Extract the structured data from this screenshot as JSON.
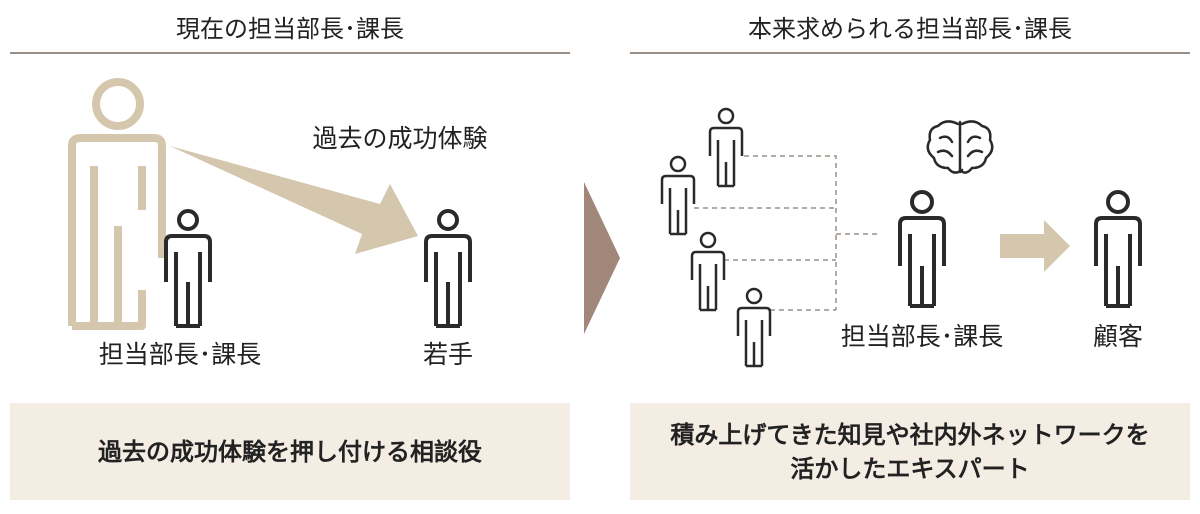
{
  "left": {
    "heading": "現在の担当部長･課長",
    "experience_label": "過去の成功体験",
    "manager_label": "担当部長･課長",
    "young_label": "若手",
    "summary": "過去の成功体験を押し付ける相談役"
  },
  "right": {
    "heading": "本来求められる担当部長･課長",
    "manager_label": "担当部長･課長",
    "customer_label": "顧客",
    "summary": "積み上げてきた知見や社内外ネットワークを\n活かしたエキスパート"
  },
  "colors": {
    "accent": "#d5c6ae",
    "divider_arrow": "#a0877a",
    "rule": "#9a8f86",
    "box": "#f4ede4",
    "figure": "#2a2a2a"
  }
}
